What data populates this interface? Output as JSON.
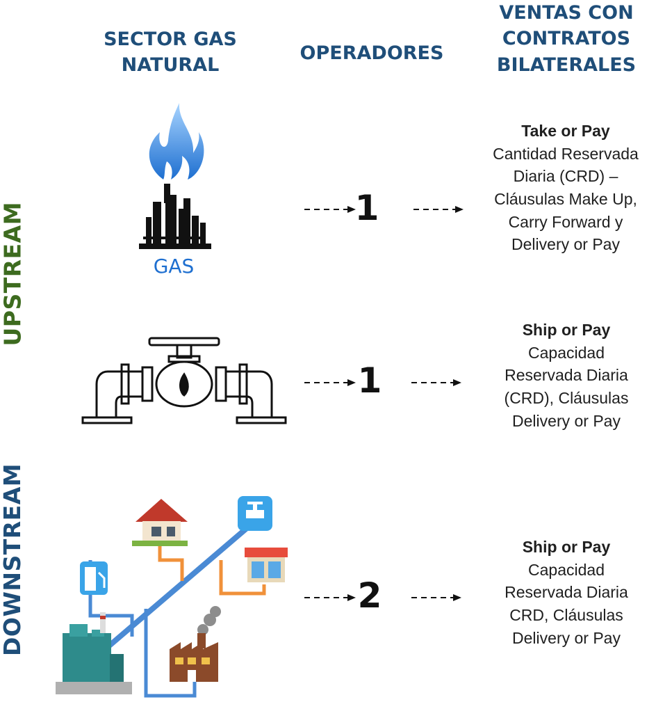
{
  "headers": {
    "sector": [
      "SECTOR GAS",
      "NATURAL"
    ],
    "operators": "OPERADORES",
    "sales": [
      "VENTAS CON",
      "CONTRATOS",
      "BILATERALES"
    ]
  },
  "side_labels": {
    "upstream": "UPSTREAM",
    "downstream": "DOWNSTREAM"
  },
  "colors": {
    "header": "#1f4e79",
    "upstream": "#3d6b1f",
    "downstream": "#1f4e79"
  },
  "rows": [
    {
      "icon": "gas-production-icon",
      "icon_caption": "GAS",
      "operators": "1",
      "contract_title": "Take or Pay",
      "contract_lines": [
        "Cantidad Reservada",
        "Diaria  (CRD) –",
        "Cláusulas Make Up,",
        "Carry Forward y",
        "Delivery or Pay"
      ]
    },
    {
      "icon": "pipeline-valve-icon",
      "operators": "1",
      "contract_title": "Ship or Pay",
      "contract_lines": [
        "Capacidad",
        "Reservada Diaria",
        "(CRD), Cláusulas",
        "Delivery or Pay"
      ]
    },
    {
      "icon": "distribution-network-icon",
      "operators": "2",
      "contract_title": "Ship or Pay",
      "contract_lines": [
        "Capacidad",
        "Reservada Diaria",
        "CRD, Cláusulas",
        "Delivery or Pay"
      ]
    }
  ]
}
